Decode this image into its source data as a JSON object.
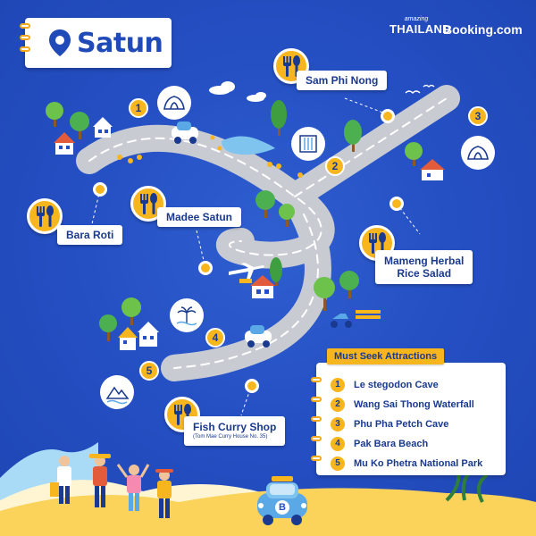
{
  "title": "Satun",
  "brands": {
    "amazing_small": "amazing",
    "amazing_big": "THAILAND",
    "booking": "Booking.com"
  },
  "restaurants": [
    {
      "name": "Sam Phi Nong"
    },
    {
      "name": "Bara Roti"
    },
    {
      "name": "Madee Satun"
    },
    {
      "name": "Mameng Herbal Rice Salad",
      "line1": "Mameng Herbal",
      "line2": "Rice Salad"
    },
    {
      "name": "Fish Curry Shop",
      "note": "(Tom Mae Curry House No. 35)"
    }
  ],
  "markers": [
    "1",
    "2",
    "3",
    "4",
    "5"
  ],
  "legend": {
    "title": "Must Seek Attractions",
    "items": [
      {
        "num": "1",
        "name": "Le stegodon Cave"
      },
      {
        "num": "2",
        "name": "Wang Sai Thong Waterfall"
      },
      {
        "num": "3",
        "name": "Phu Pha Petch Cave"
      },
      {
        "num": "4",
        "name": "Pak Bara Beach"
      },
      {
        "num": "5",
        "name": "Mu Ko Phetra National Park"
      }
    ]
  },
  "car_badge": "B",
  "colors": {
    "background": "#2550c4",
    "road": "#c9cbd3",
    "accent": "#f7b51e",
    "text": "#1a3a8f",
    "tree": "#4caf50",
    "sand": "#fbd35a"
  },
  "icons": {
    "food": "fork-spoon-icon",
    "cave": "cave-icon",
    "waterfall": "waterfall-icon",
    "beach": "palm-beach-icon",
    "mountain": "mountain-icon",
    "pin": "map-pin-icon"
  }
}
